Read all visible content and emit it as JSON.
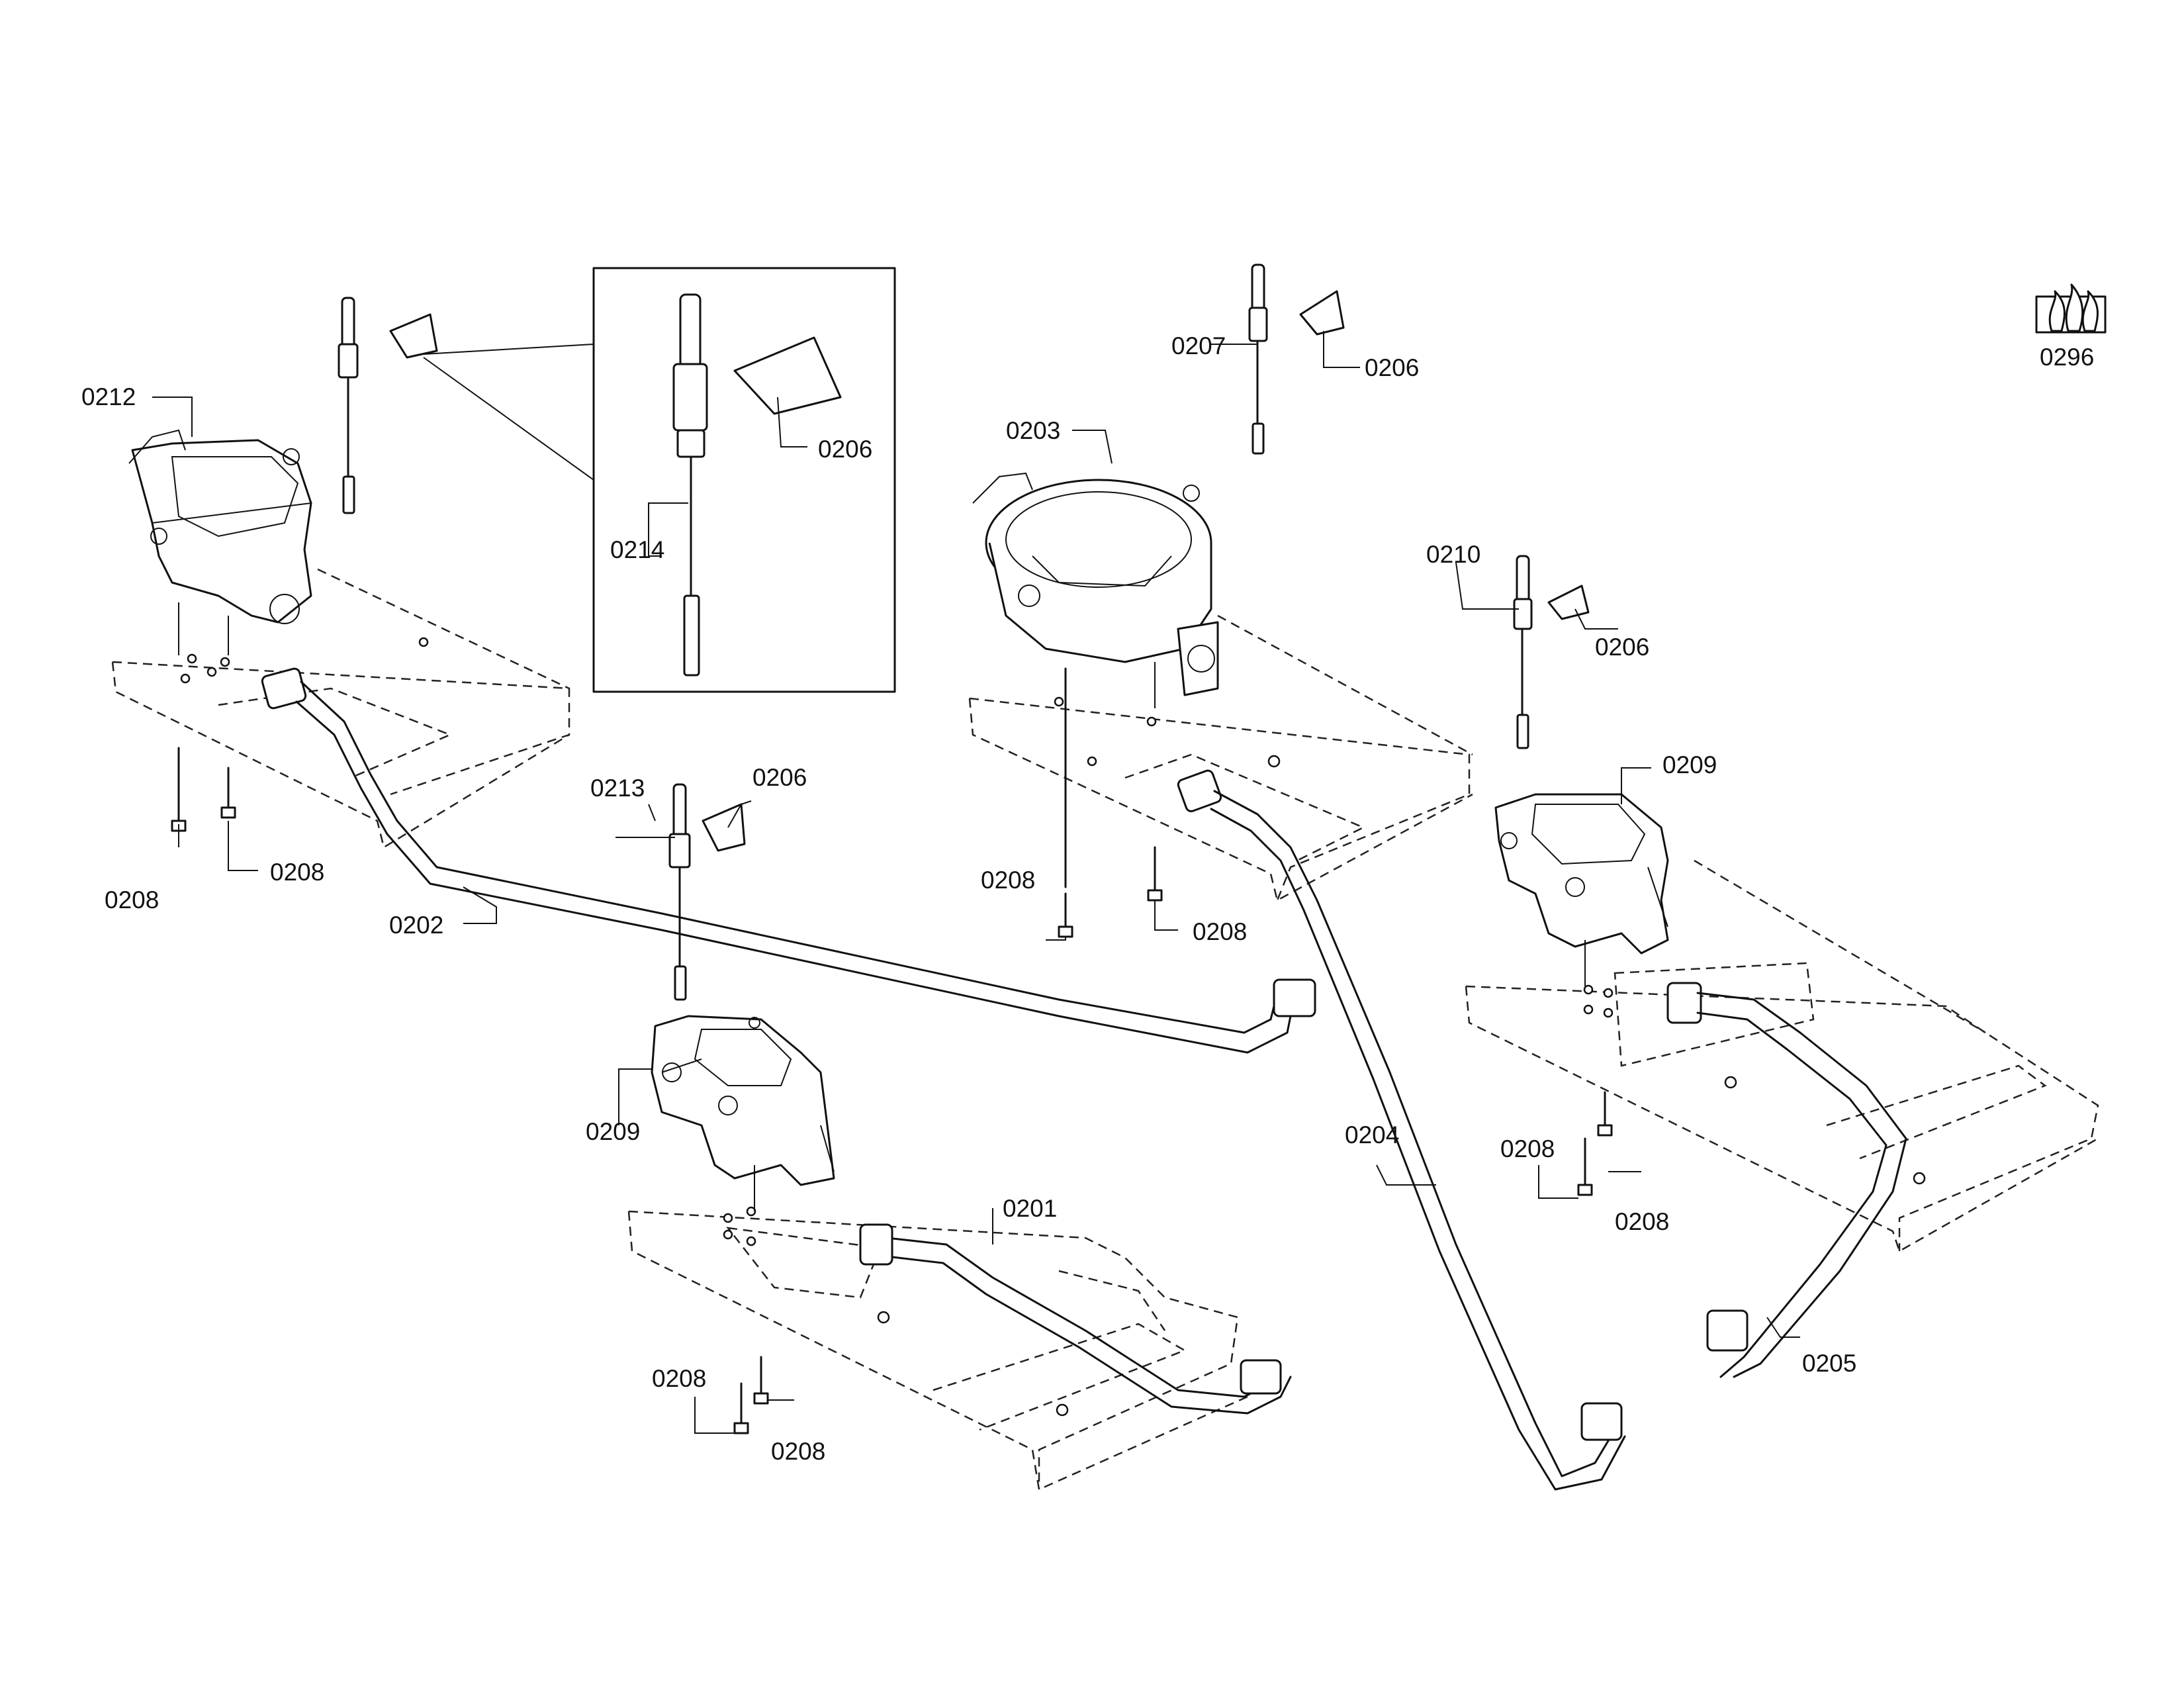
{
  "callouts": [
    {
      "id": "c0212",
      "label": "0212"
    },
    {
      "id": "c0214",
      "label": "0214"
    },
    {
      "id": "c0206a",
      "label": "0206"
    },
    {
      "id": "c0207",
      "label": "0207"
    },
    {
      "id": "c0206b",
      "label": "0206"
    },
    {
      "id": "c0203",
      "label": "0203"
    },
    {
      "id": "c0296",
      "label": "0296"
    },
    {
      "id": "c0210",
      "label": "0210"
    },
    {
      "id": "c0206c",
      "label": "0206"
    },
    {
      "id": "c0209a",
      "label": "0209"
    },
    {
      "id": "c0213",
      "label": "0213"
    },
    {
      "id": "c0206d",
      "label": "0206"
    },
    {
      "id": "c0208a",
      "label": "0208"
    },
    {
      "id": "c0208b",
      "label": "0208"
    },
    {
      "id": "c0202",
      "label": "0202"
    },
    {
      "id": "c0208c",
      "label": "0208"
    },
    {
      "id": "c0208d",
      "label": "0208"
    },
    {
      "id": "c0209b",
      "label": "0209"
    },
    {
      "id": "c0201",
      "label": "0201"
    },
    {
      "id": "c0204",
      "label": "0204"
    },
    {
      "id": "c0208e",
      "label": "0208"
    },
    {
      "id": "c0208f",
      "label": "0208"
    },
    {
      "id": "c0208g",
      "label": "0208"
    },
    {
      "id": "c0208h",
      "label": "0208"
    },
    {
      "id": "c0205",
      "label": "0205"
    }
  ],
  "icon": {
    "name": "burner-flame-icon"
  }
}
